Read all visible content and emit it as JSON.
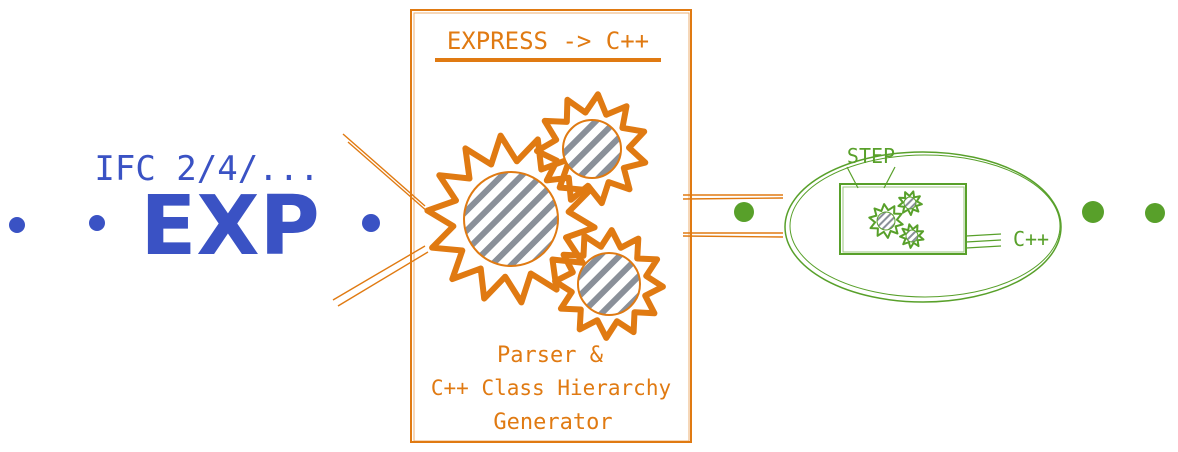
{
  "input": {
    "formats_label": "IFC 2/4/...",
    "file_label": "EXP",
    "color": "#3a52c4"
  },
  "generator": {
    "title": "EXPRESS -> C++",
    "caption_line1": "Parser &",
    "caption_line2": "C++ Class Hierarchy",
    "caption_line3": "Generator",
    "color": "#e07a12"
  },
  "output": {
    "step_label": "STEP",
    "cpp_label": "C++",
    "color": "#58a02a"
  }
}
